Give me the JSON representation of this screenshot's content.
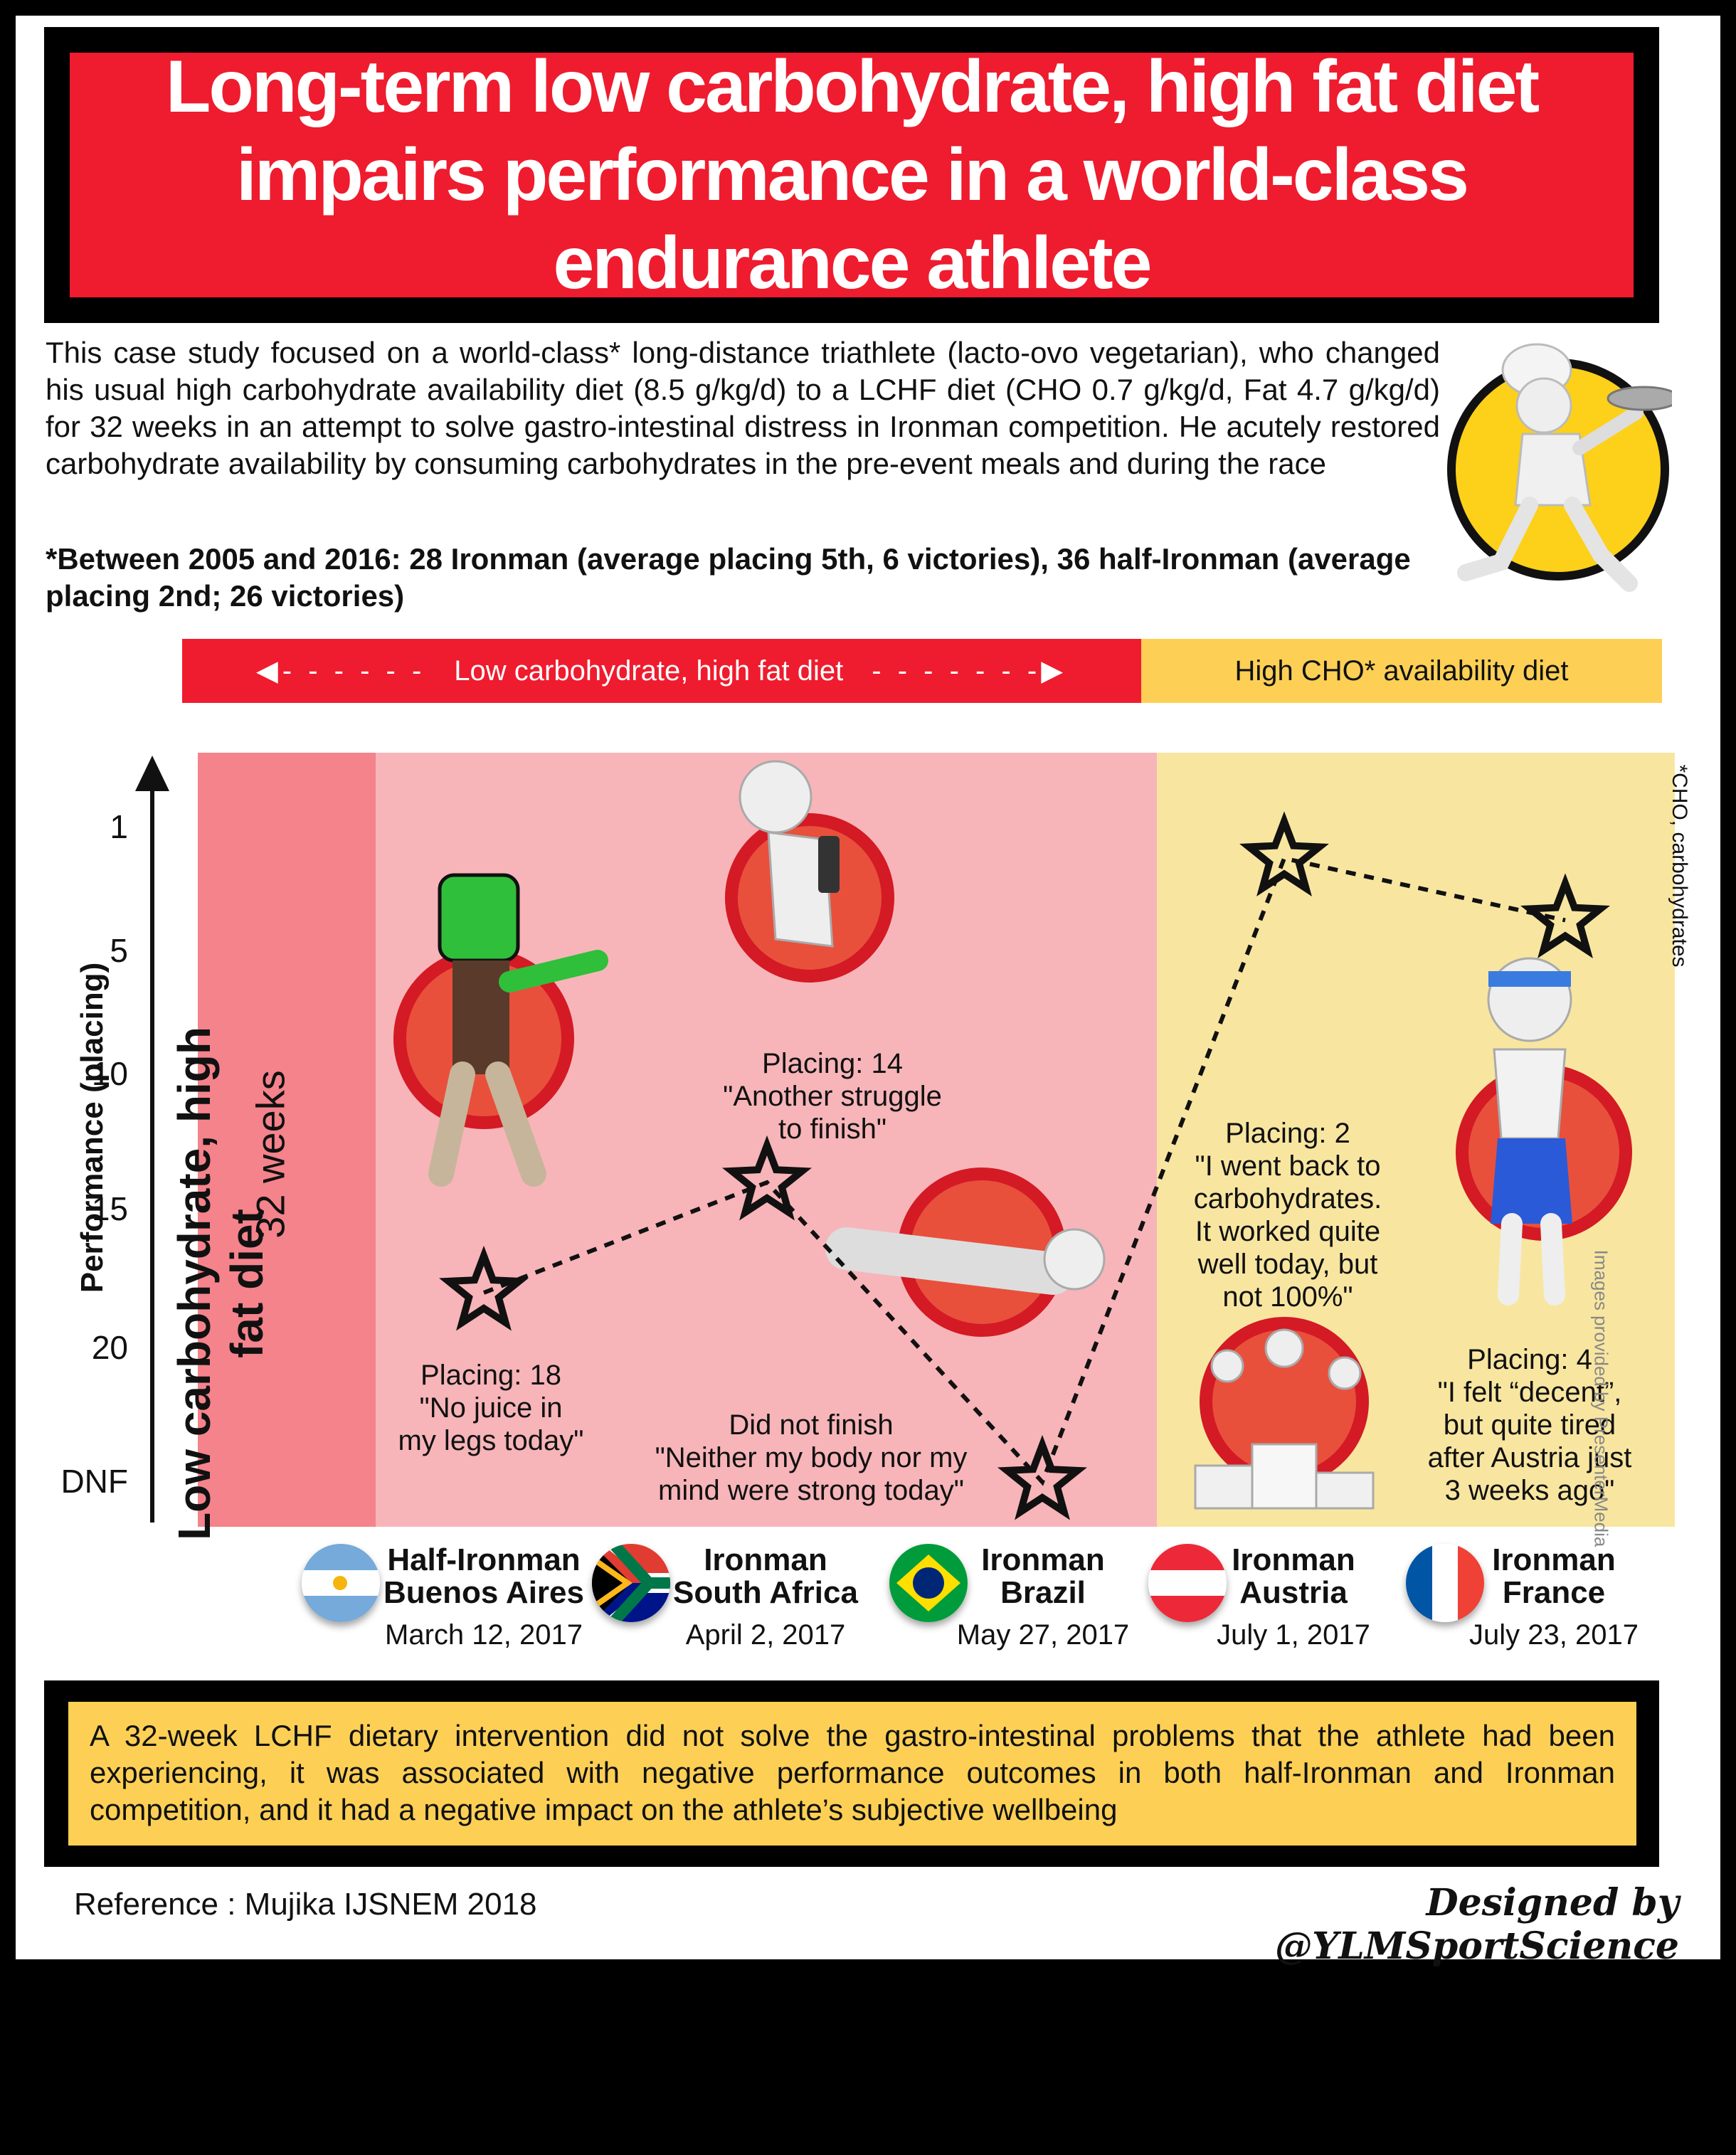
{
  "title": "Long-term low carbohydrate, high fat diet impairs performance in a world-class endurance athlete",
  "intro": "This case study focused on a world-class* long-distance triathlete (lacto-ovo vegetarian), who changed his usual high carbohydrate availability diet (8.5 g/kg/d) to a LCHF diet (CHO 0.7 g/kg/d, Fat 4.7 g/kg/d) for 32 weeks in an attempt to solve gastro-intestinal distress in Ironman competition. He acutely restored carbohydrate availability by consuming carbohydrates in the pre-event meals and during the race",
  "footnote": "*Between 2005 and 2016: 28 Ironman (average placing 5th, 6 victories), 36 half-Ironman (average placing 2nd; 26 victories)",
  "phases": {
    "lchf": "Low carbohydrate, high fat diet",
    "hcho": "High CHO* availability diet"
  },
  "band": {
    "title": "Low carbohydrate, high fat diet",
    "subtitle": "32 weeks"
  },
  "cho_note": "*CHO, carbohydrates",
  "image_credit": "Images provided by PresenterMedia",
  "chart_data": {
    "type": "line",
    "ylabel": "Performance (placing)",
    "y_ticks": [
      "1",
      "5",
      "10",
      "15",
      "20",
      "DNF"
    ],
    "y_reversed": true,
    "categories": [
      "Half-Ironman Buenos Aires",
      "Ironman South Africa",
      "Ironman Brazil",
      "Ironman Austria",
      "Ironman France"
    ],
    "dates": [
      "March 12, 2017",
      "April 2, 2017",
      "May 27, 2017",
      "July 1, 2017",
      "July 23, 2017"
    ],
    "values": [
      18,
      14,
      "DNF",
      2,
      4
    ],
    "annotations": [
      [
        "Placing: 18",
        "\"No juice in",
        "my legs today\""
      ],
      [
        "Placing: 14",
        "\"Another struggle",
        "to finish\""
      ],
      [
        "Did not finish",
        "\"Neither my body nor my",
        "mind were strong today\""
      ],
      [
        "Placing: 2",
        "\"I went back to",
        "carbohydrates.",
        "It worked quite",
        "well today, but",
        "not 100%\""
      ],
      [
        "Placing: 4",
        "\"I felt “decent”,",
        "but quite tired",
        "after Austria just",
        "3 weeks ago\""
      ]
    ]
  },
  "races": [
    {
      "name1": "Half-Ironman",
      "name2": "Buenos Aires",
      "date": "March 12, 2017"
    },
    {
      "name1": "Ironman",
      "name2": "South Africa",
      "date": "April 2, 2017"
    },
    {
      "name1": "Ironman",
      "name2": "Brazil",
      "date": "May 27, 2017"
    },
    {
      "name1": "Ironman",
      "name2": "Austria",
      "date": "July 1, 2017"
    },
    {
      "name1": "Ironman",
      "name2": "France",
      "date": "July 23, 2017"
    }
  ],
  "conclusion": "A 32-week LCHF dietary intervention did not solve the gastro-intestinal problems that the athlete had been experiencing, it was associated with negative performance outcomes in both half-Ironman and Ironman competition, and it had a negative impact on the athlete’s subjective wellbeing",
  "reference": "Reference : Mujika IJSNEM 2018",
  "designed_by": "Designed by @YLMSportScience",
  "colors": {
    "red": "#ee1c2e",
    "yellow": "#fdd055",
    "pink": "#f7b5b9",
    "light_yellow": "#f8e6a0"
  }
}
